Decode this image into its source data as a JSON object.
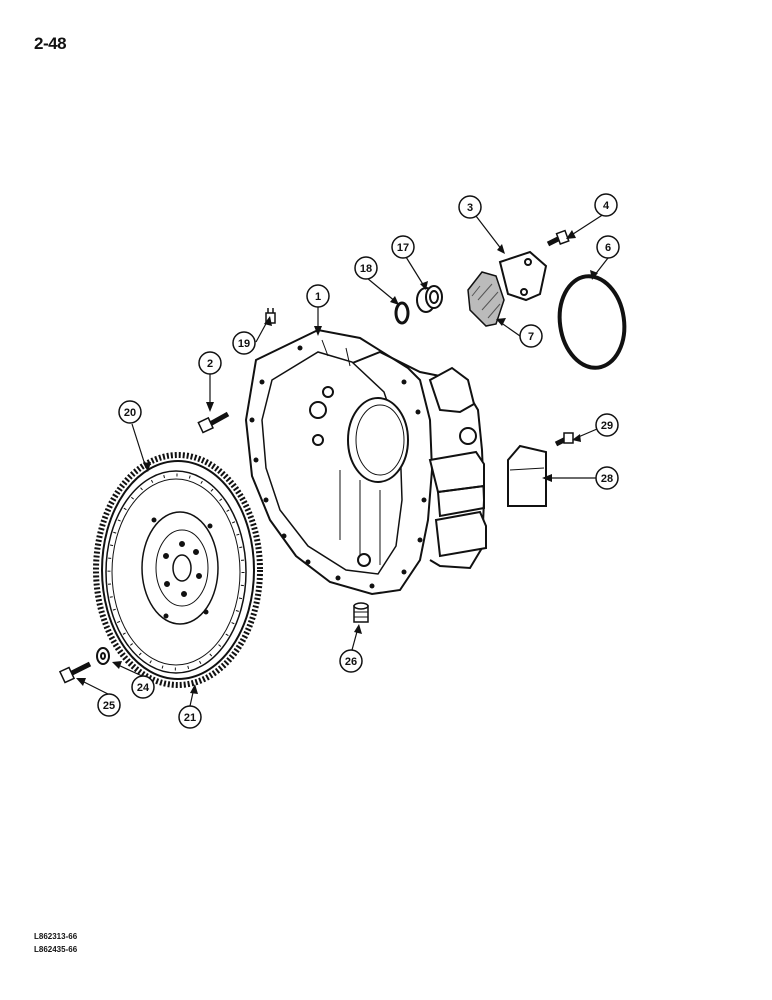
{
  "page_number": "2-48",
  "callouts": [
    {
      "id": "callout-1",
      "label": "1"
    },
    {
      "id": "callout-2",
      "label": "2"
    },
    {
      "id": "callout-3",
      "label": "3"
    },
    {
      "id": "callout-4",
      "label": "4"
    },
    {
      "id": "callout-6",
      "label": "6"
    },
    {
      "id": "callout-7",
      "label": "7"
    },
    {
      "id": "callout-17",
      "label": "17"
    },
    {
      "id": "callout-18",
      "label": "18"
    },
    {
      "id": "callout-19",
      "label": "19"
    },
    {
      "id": "callout-20",
      "label": "20"
    },
    {
      "id": "callout-21",
      "label": "21"
    },
    {
      "id": "callout-24",
      "label": "24"
    },
    {
      "id": "callout-25",
      "label": "25"
    },
    {
      "id": "callout-26",
      "label": "26"
    },
    {
      "id": "callout-28",
      "label": "28"
    },
    {
      "id": "callout-29",
      "label": "29"
    }
  ],
  "reference_codes": [
    "L862313-66",
    "L862435-66"
  ]
}
